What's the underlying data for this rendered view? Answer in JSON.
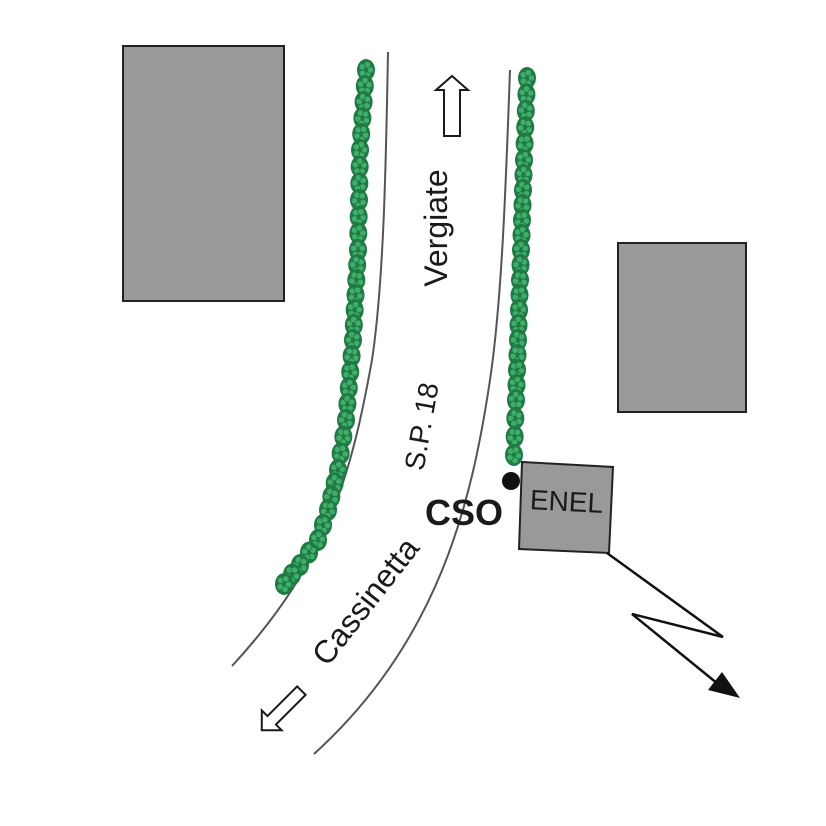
{
  "labels": {
    "north_destination": "Vergiate",
    "road_name": "S.P. 18",
    "south_destination": "Cassinetta",
    "station": "CSO",
    "substation": "ENEL"
  },
  "colors": {
    "building": "#999999",
    "outline": "#222222",
    "road_edge": "#555555",
    "hedge_dark": "#1f7a43",
    "hedge_light": "#3fae6a",
    "station_marker": "#111111"
  },
  "icons": {
    "north_arrow": "hollow-arrow-up-icon",
    "south_arrow": "hollow-arrow-down-left-icon",
    "power_line": "lightning-arrow-icon"
  }
}
